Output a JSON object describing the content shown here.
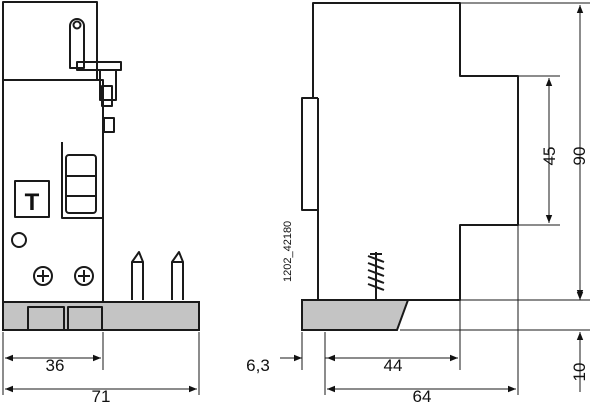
{
  "drawing_code": "1202_42180",
  "dimensions": {
    "width_36": "36",
    "width_71": "71",
    "offset_6_3": "6,3",
    "depth_44": "44",
    "depth_64": "64",
    "height_45": "45",
    "height_90": "90",
    "height_10": "10"
  },
  "test_button_letter": "T"
}
